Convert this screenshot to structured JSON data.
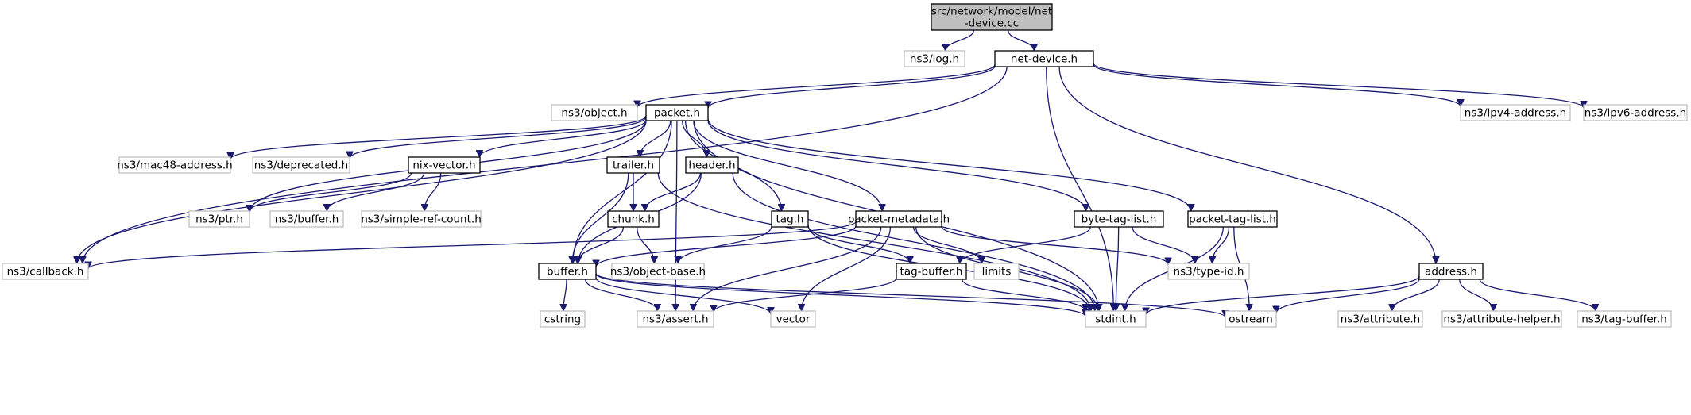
{
  "graph": {
    "colors": {
      "edge": "#191970",
      "root_fill": "#bfbfbf",
      "root_stroke": "#000000",
      "local_fill": "#ffffff",
      "local_stroke": "#000000",
      "external_fill": "#ffffff",
      "external_stroke": "#bfbfbf",
      "text": "#000000"
    },
    "nodes": [
      {
        "id": "root",
        "kind": "root",
        "lines": [
          "src/network/model/net",
          "-device.cc"
        ]
      },
      {
        "id": "log",
        "kind": "external",
        "lines": [
          "ns3/log.h"
        ]
      },
      {
        "id": "netdevice",
        "kind": "local",
        "lines": [
          "net-device.h"
        ]
      },
      {
        "id": "object",
        "kind": "external",
        "lines": [
          "ns3/object.h"
        ]
      },
      {
        "id": "packet",
        "kind": "local",
        "lines": [
          "packet.h"
        ]
      },
      {
        "id": "ipv4",
        "kind": "external",
        "lines": [
          "ns3/ipv4-address.h"
        ]
      },
      {
        "id": "ipv6",
        "kind": "external",
        "lines": [
          "ns3/ipv6-address.h"
        ]
      },
      {
        "id": "mac48",
        "kind": "external",
        "lines": [
          "ns3/mac48-address.h"
        ]
      },
      {
        "id": "deprecated",
        "kind": "external",
        "lines": [
          "ns3/deprecated.h"
        ]
      },
      {
        "id": "nixvector",
        "kind": "local",
        "lines": [
          "nix-vector.h"
        ]
      },
      {
        "id": "trailer",
        "kind": "local",
        "lines": [
          "trailer.h"
        ]
      },
      {
        "id": "header",
        "kind": "local",
        "lines": [
          "header.h"
        ]
      },
      {
        "id": "ptr",
        "kind": "external",
        "lines": [
          "ns3/ptr.h"
        ]
      },
      {
        "id": "ns3buffer",
        "kind": "external",
        "lines": [
          "ns3/buffer.h"
        ]
      },
      {
        "id": "simplerefcount",
        "kind": "external",
        "lines": [
          "ns3/simple-ref-count.h"
        ]
      },
      {
        "id": "chunk",
        "kind": "local",
        "lines": [
          "chunk.h"
        ]
      },
      {
        "id": "tag",
        "kind": "local",
        "lines": [
          "tag.h"
        ]
      },
      {
        "id": "packetmetadata",
        "kind": "local",
        "lines": [
          "packet-metadata.h"
        ]
      },
      {
        "id": "bytetaglist",
        "kind": "local",
        "lines": [
          "byte-tag-list.h"
        ]
      },
      {
        "id": "packettaglist",
        "kind": "local",
        "lines": [
          "packet-tag-list.h"
        ]
      },
      {
        "id": "callback",
        "kind": "external",
        "lines": [
          "ns3/callback.h"
        ]
      },
      {
        "id": "buffer",
        "kind": "local",
        "lines": [
          "buffer.h"
        ]
      },
      {
        "id": "objectbase",
        "kind": "external",
        "lines": [
          "ns3/object-base.h"
        ]
      },
      {
        "id": "tagbuffer",
        "kind": "local",
        "lines": [
          "tag-buffer.h"
        ]
      },
      {
        "id": "limits",
        "kind": "external",
        "lines": [
          "limits"
        ]
      },
      {
        "id": "typeid",
        "kind": "external",
        "lines": [
          "ns3/type-id.h"
        ]
      },
      {
        "id": "address",
        "kind": "local",
        "lines": [
          "address.h"
        ]
      },
      {
        "id": "cstring",
        "kind": "external",
        "lines": [
          "cstring"
        ]
      },
      {
        "id": "assert",
        "kind": "external",
        "lines": [
          "ns3/assert.h"
        ]
      },
      {
        "id": "vector",
        "kind": "external",
        "lines": [
          "vector"
        ]
      },
      {
        "id": "stdint",
        "kind": "external",
        "lines": [
          "stdint.h"
        ]
      },
      {
        "id": "ostream",
        "kind": "external",
        "lines": [
          "ostream"
        ]
      },
      {
        "id": "attribute",
        "kind": "external",
        "lines": [
          "ns3/attribute.h"
        ]
      },
      {
        "id": "attributehelper",
        "kind": "external",
        "lines": [
          "ns3/attribute-helper.h"
        ]
      },
      {
        "id": "ns3tagbuffer",
        "kind": "external",
        "lines": [
          "ns3/tag-buffer.h"
        ]
      }
    ],
    "edges": [
      [
        "root",
        "log"
      ],
      [
        "root",
        "netdevice"
      ],
      [
        "netdevice",
        "object"
      ],
      [
        "netdevice",
        "packet"
      ],
      [
        "netdevice",
        "callback"
      ],
      [
        "netdevice",
        "ipv4"
      ],
      [
        "netdevice",
        "ipv6"
      ],
      [
        "netdevice",
        "address"
      ],
      [
        "netdevice",
        "stdint"
      ],
      [
        "packet",
        "mac48"
      ],
      [
        "packet",
        "deprecated"
      ],
      [
        "packet",
        "nixvector"
      ],
      [
        "packet",
        "ptr"
      ],
      [
        "packet",
        "callback"
      ],
      [
        "packet",
        "trailer"
      ],
      [
        "packet",
        "header"
      ],
      [
        "packet",
        "tag"
      ],
      [
        "packet",
        "packetmetadata"
      ],
      [
        "packet",
        "bytetaglist"
      ],
      [
        "packet",
        "packettaglist"
      ],
      [
        "packet",
        "buffer"
      ],
      [
        "packet",
        "assert"
      ],
      [
        "packet",
        "stdint"
      ],
      [
        "nixvector",
        "ptr"
      ],
      [
        "nixvector",
        "ns3buffer"
      ],
      [
        "nixvector",
        "simplerefcount"
      ],
      [
        "trailer",
        "chunk"
      ],
      [
        "trailer",
        "buffer"
      ],
      [
        "trailer",
        "stdint"
      ],
      [
        "header",
        "chunk"
      ],
      [
        "header",
        "buffer"
      ],
      [
        "header",
        "stdint"
      ],
      [
        "chunk",
        "buffer"
      ],
      [
        "chunk",
        "objectbase"
      ],
      [
        "tag",
        "objectbase"
      ],
      [
        "tag",
        "tagbuffer"
      ],
      [
        "tag",
        "stdint"
      ],
      [
        "packetmetadata",
        "callback"
      ],
      [
        "packetmetadata",
        "buffer"
      ],
      [
        "packetmetadata",
        "assert"
      ],
      [
        "packetmetadata",
        "vector"
      ],
      [
        "packetmetadata",
        "limits"
      ],
      [
        "packetmetadata",
        "typeid"
      ],
      [
        "packetmetadata",
        "stdint"
      ],
      [
        "bytetaglist",
        "tagbuffer"
      ],
      [
        "bytetaglist",
        "typeid"
      ],
      [
        "bytetaglist",
        "stdint"
      ],
      [
        "packettaglist",
        "typeid"
      ],
      [
        "packettaglist",
        "stdint"
      ],
      [
        "packettaglist",
        "ostream"
      ],
      [
        "buffer",
        "cstring"
      ],
      [
        "buffer",
        "assert"
      ],
      [
        "buffer",
        "vector"
      ],
      [
        "buffer",
        "stdint"
      ],
      [
        "buffer",
        "ostream"
      ],
      [
        "tagbuffer",
        "assert"
      ],
      [
        "tagbuffer",
        "stdint"
      ],
      [
        "address",
        "stdint"
      ],
      [
        "address",
        "ostream"
      ],
      [
        "address",
        "attribute"
      ],
      [
        "address",
        "attributehelper"
      ],
      [
        "address",
        "ns3tagbuffer"
      ]
    ]
  }
}
